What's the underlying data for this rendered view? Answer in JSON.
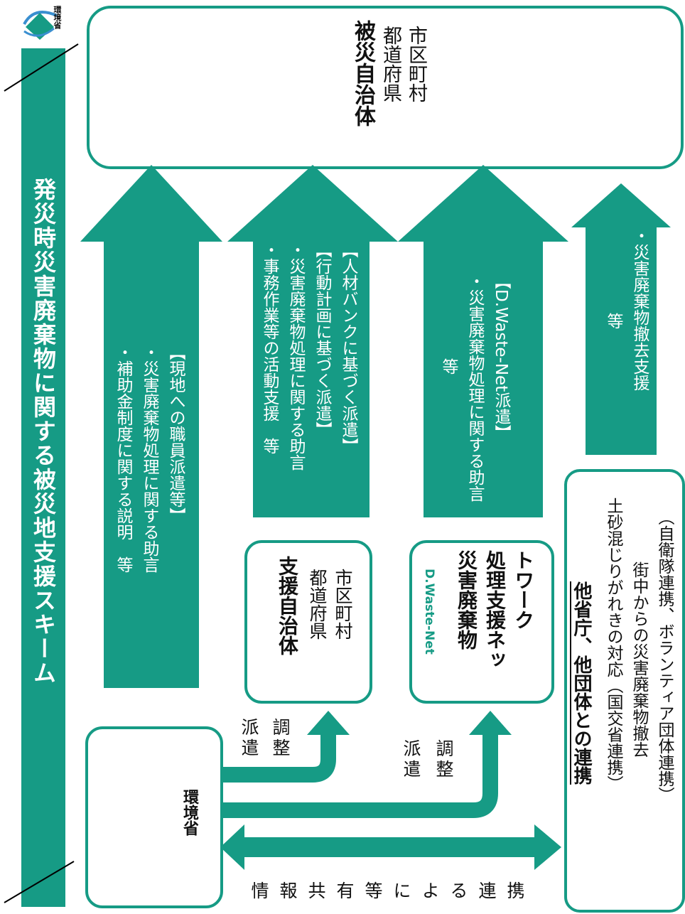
{
  "header": {
    "title": "発災時災害廃棄物に関する被災地支援スキーム",
    "logo_text": "環境省"
  },
  "affected": {
    "title": "被災自治体",
    "sub1": "都道府県",
    "sub2": "市区町村"
  },
  "arrows": [
    {
      "lines": [
        "【現地への職員派遣等】",
        "・災害廃棄物処理に関する助言",
        "・補助金制度に関する説明　等"
      ]
    },
    {
      "lines": [
        "【人材バンクに基づく派遣】",
        "【行動計画に基づく派遣】",
        "・災害廃棄物処理に関する助言",
        "・事務作業等の活動支援　等"
      ]
    },
    {
      "lines": [
        "【D.Waste-Net派遣】",
        "・災害廃棄物処理に関する助言",
        "等"
      ]
    },
    {
      "lines": [
        "・災害廃棄物撤去支援",
        "等"
      ]
    }
  ],
  "support": {
    "title": "支援自治体",
    "sub1": "都道府県",
    "sub2": "市区町村"
  },
  "dwaste": {
    "brand": "D.Waste-Net",
    "title1": "災害廃棄物",
    "title2": "処理支援ネッ",
    "title3": "トワーク"
  },
  "moe": {
    "label": "環境省"
  },
  "coordination": {
    "label1_a": "派遣",
    "label1_b": "調整",
    "label2_a": "派遣",
    "label2_b": "調整"
  },
  "other": {
    "title": "他省庁、他団体との連携",
    "line1": "土砂混じりがれきの対応（国交省連携）",
    "line2": "街中からの災害廃棄物撤去",
    "line3": "（自衛隊連携、ボランティア団体連携）"
  },
  "info": {
    "chars": [
      "情",
      "報",
      "共",
      "有",
      "等",
      "に",
      "よ",
      "る",
      "連",
      "携"
    ]
  },
  "colors": {
    "accent": "#169b85",
    "logo_blue": "#3a8fd0"
  }
}
